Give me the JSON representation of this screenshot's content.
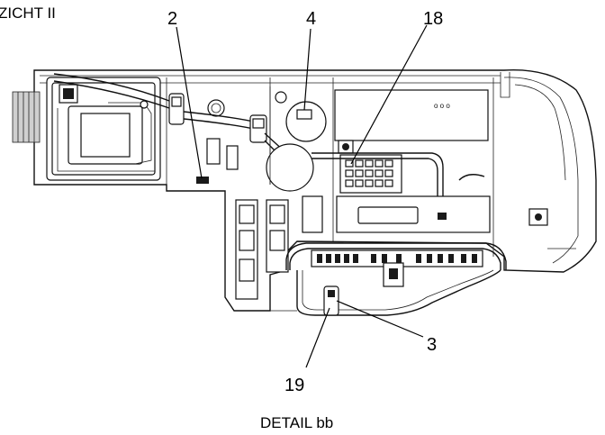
{
  "title": "ZICHT II",
  "caption": "DETAIL bb",
  "callouts": [
    {
      "label": "2"
    },
    {
      "label": "4"
    },
    {
      "label": "18"
    },
    {
      "label": "3"
    },
    {
      "label": "19"
    }
  ]
}
